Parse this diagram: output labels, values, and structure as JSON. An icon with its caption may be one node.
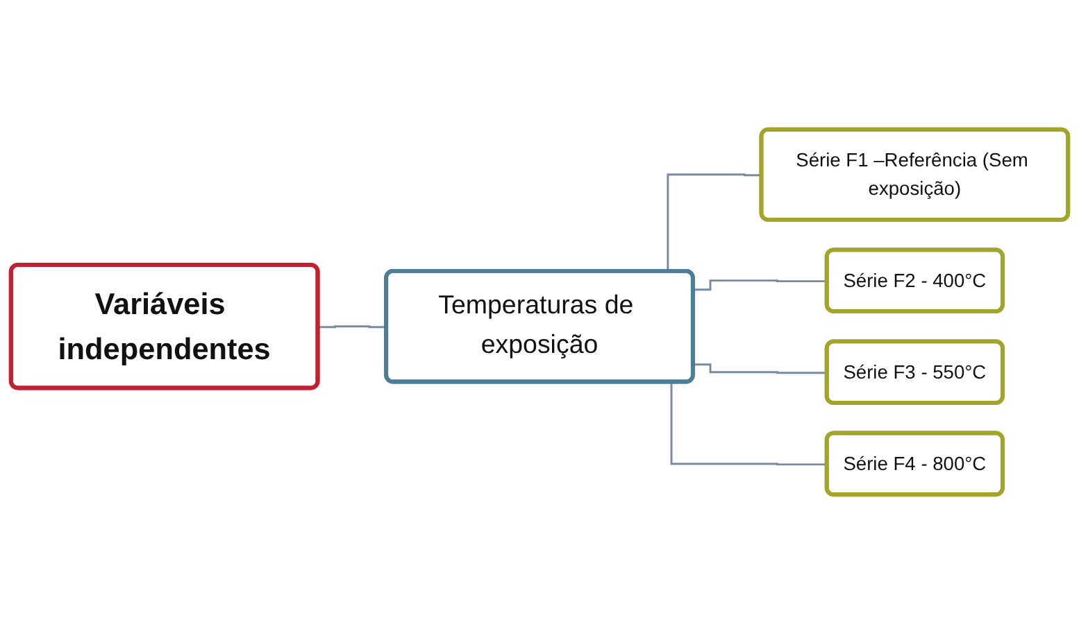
{
  "diagram": {
    "nodes": [
      {
        "text": [
          "Variáveis independentes"
        ]
      },
      {
        "text": [
          "Temperaturas de exposição"
        ]
      },
      {
        "text": [
          "Série F1 –Referência (Sem exposição)"
        ]
      },
      {
        "text": [
          "Série F2 - 400°C"
        ]
      },
      {
        "text": [
          "Série F3 - 550°C"
        ]
      },
      {
        "text": [
          "Série F4 - 800°C"
        ]
      }
    ],
    "edges": [
      {
        "from": 0,
        "to": 1,
        "arrow": "none"
      },
      {
        "from": 1,
        "to": 2,
        "arrow": "none"
      },
      {
        "from": 1,
        "to": 3,
        "arrow": "none"
      },
      {
        "from": 1,
        "to": 4,
        "arrow": "none"
      },
      {
        "from": 1,
        "to": 5,
        "arrow": "none"
      }
    ]
  }
}
